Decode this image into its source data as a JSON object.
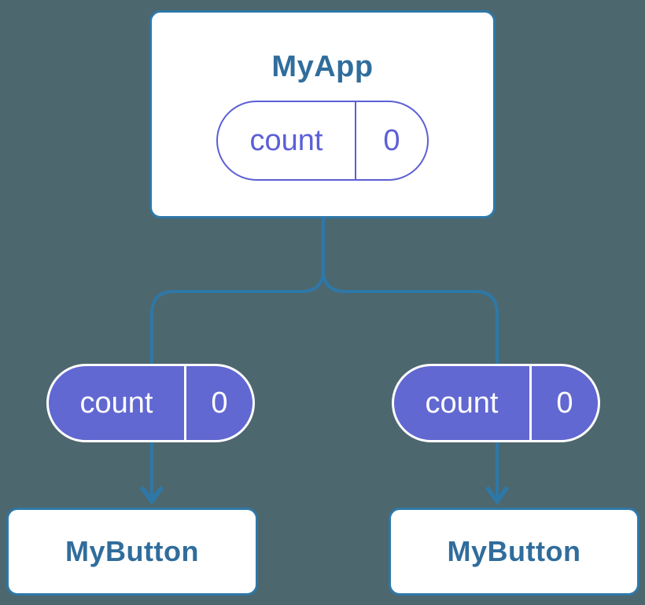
{
  "colors": {
    "background": "#4d676e",
    "connector": "#2e78a8",
    "node_border": "#2e78a8",
    "node_label": "#306d9c",
    "pill_fill": "#6168d1",
    "pill_outline": "#5b5fd6",
    "pill_text_on_fill": "#ffffff"
  },
  "tree": {
    "root": {
      "label": "MyApp",
      "state": {
        "key": "count",
        "value": "0"
      }
    },
    "left_child": {
      "prop": {
        "key": "count",
        "value": "0"
      },
      "label": "MyButton"
    },
    "right_child": {
      "prop": {
        "key": "count",
        "value": "0"
      },
      "label": "MyButton"
    }
  }
}
